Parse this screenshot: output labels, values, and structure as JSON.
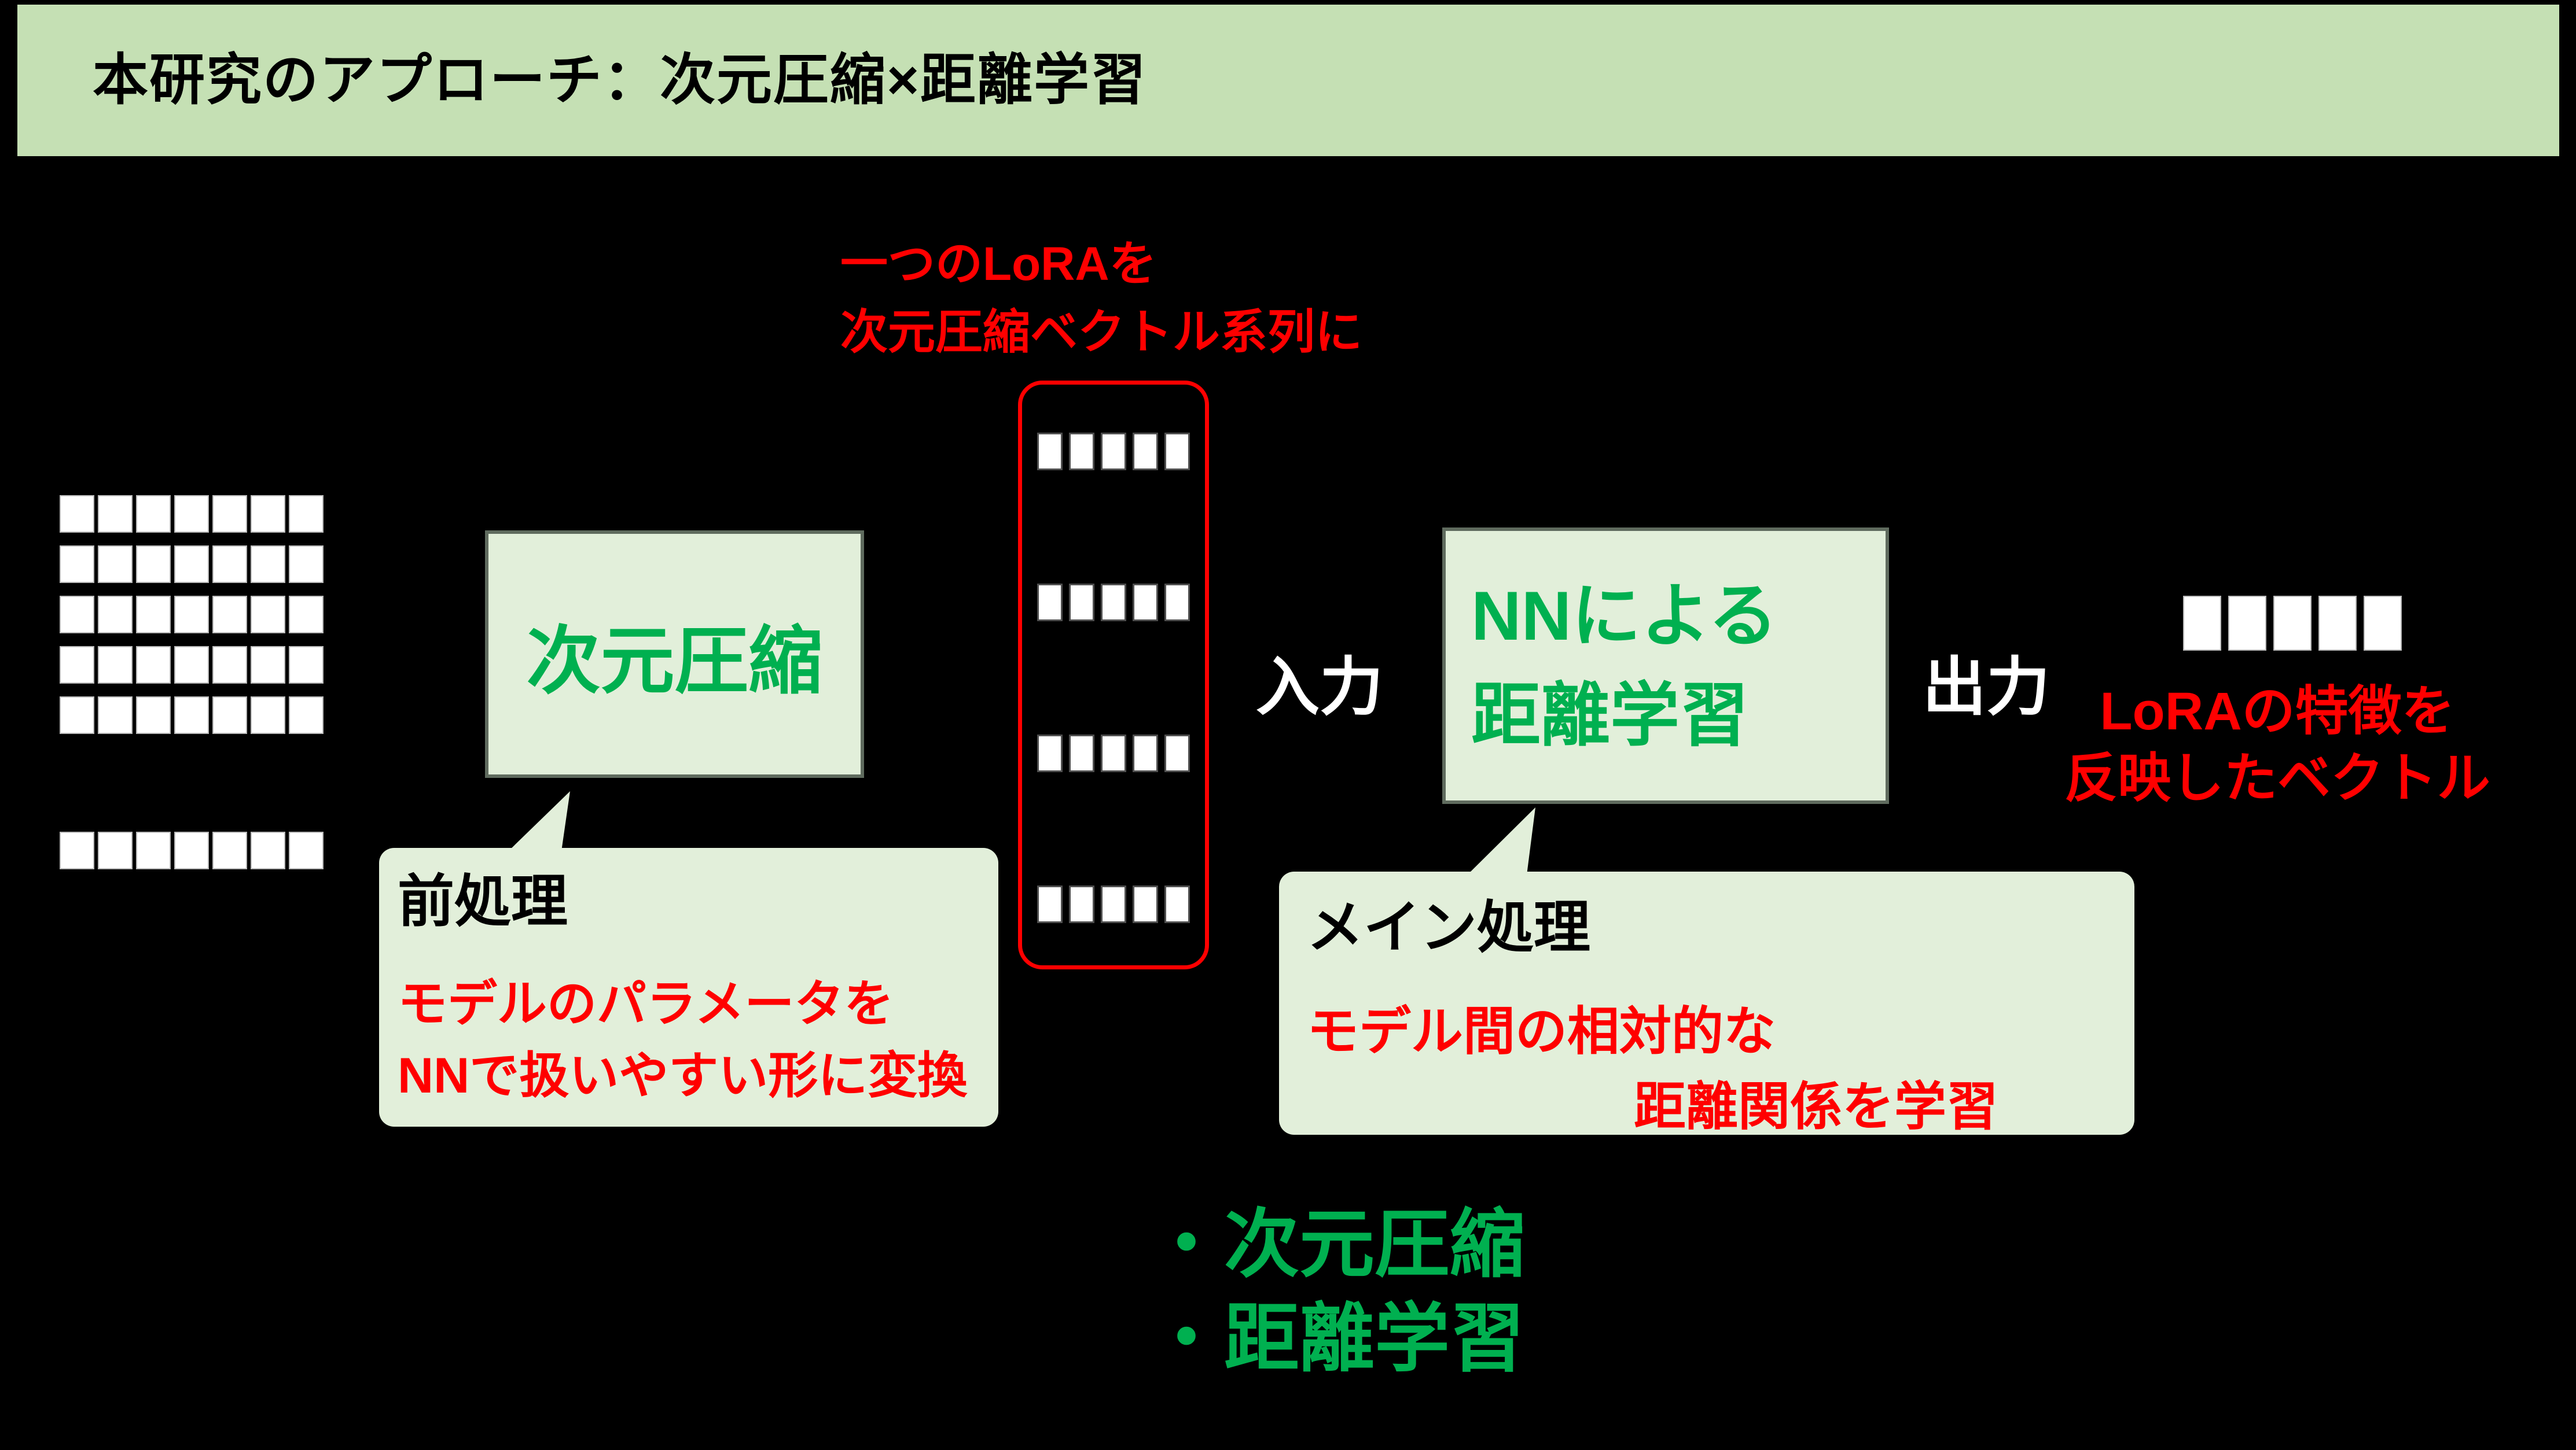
{
  "slide": {
    "title": "本研究のアプローチ：次元圧縮×距離学習"
  },
  "colors": {
    "background": "#000000",
    "header_green": "#C5E0B4",
    "panel_fill": "#E2EFDA",
    "panel_border": "#5F6B5E",
    "green_text": "#00B050",
    "red": "#FF0000",
    "cell_border_light": "#B9B9B9",
    "cell_border_dark": "#4F4F4F"
  },
  "lora_matrix": {
    "main": {
      "rows": 5,
      "cols": 7
    },
    "extra": {
      "rows": 1,
      "cols": 7
    }
  },
  "compression_box": {
    "label": "次元圧縮"
  },
  "vector_sequence": {
    "annotation_line1": "一つのLoRAを",
    "annotation_line2": "次元圧縮ベクトル系列に",
    "grid": {
      "rows": 4,
      "cols": 5
    }
  },
  "io": {
    "input": "入力",
    "output": "出力"
  },
  "nn_box": {
    "line1": "NNによる",
    "line2": "距離学習"
  },
  "output_vector": {
    "grid": {
      "rows": 1,
      "cols": 5
    },
    "caption_line1": "LoRAの特徴を",
    "caption_line2": "反映したベクトル"
  },
  "preprocess_bubble": {
    "title": "前処理",
    "line1": "モデルのパラメータを",
    "line2": "NNで扱いやすい形に変換"
  },
  "main_bubble": {
    "title": "メイン処理",
    "line1": "モデル間の相対的な",
    "line2": "距離関係を学習"
  },
  "bullets": [
    {
      "label": "・次元圧縮"
    },
    {
      "label": "・距離学習"
    }
  ]
}
